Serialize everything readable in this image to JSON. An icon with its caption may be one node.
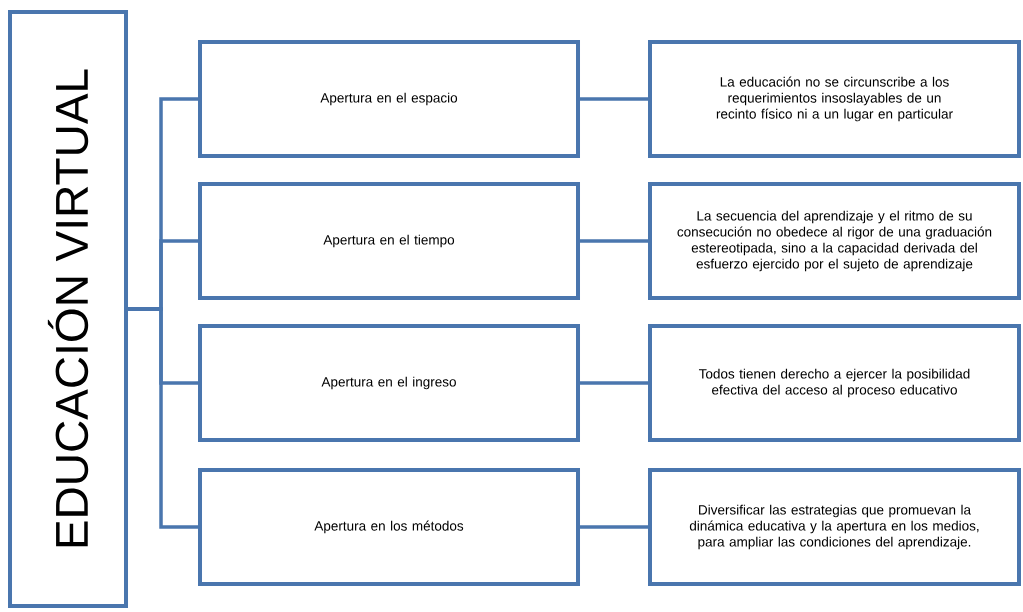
{
  "diagram": {
    "nodes": [
      {
        "text": [
          "EDUCACIÓN VIRTUAL"
        ]
      },
      {
        "text": [
          "Apertura en el espacio"
        ]
      },
      {
        "text": [
          "Apertura en el tiempo"
        ]
      },
      {
        "text": [
          "Apertura en el ingreso"
        ]
      },
      {
        "text": [
          "Apertura en los métodos"
        ]
      },
      {
        "text": [
          "La educación no se circunscribe a los requerimientos insoslayables de un recinto físico ni a un lugar en particular"
        ]
      },
      {
        "text": [
          "La secuencia del aprendizaje y el ritmo de su consecución no obedece al rigor de una graduación estereotipada, sino a la capacidad derivada del esfuerzo ejercido por el sujeto de aprendizaje"
        ]
      },
      {
        "text": [
          "Todos tienen derecho a ejercer la posibilidad efectiva del acceso al proceso educativo"
        ]
      },
      {
        "text": [
          "Diversificar las estrategias que promuevan la dinámica educativa y la apertura en los medios, para ampliar las condiciones del aprendizaje."
        ]
      }
    ],
    "edges": [
      {
        "from": 0,
        "to": 1,
        "arrow": "none"
      },
      {
        "from": 0,
        "to": 2,
        "arrow": "none"
      },
      {
        "from": 0,
        "to": 3,
        "arrow": "none"
      },
      {
        "from": 0,
        "to": 4,
        "arrow": "none"
      },
      {
        "from": 1,
        "to": 5,
        "arrow": "none"
      },
      {
        "from": 2,
        "to": 6,
        "arrow": "none"
      },
      {
        "from": 3,
        "to": 7,
        "arrow": "none"
      },
      {
        "from": 4,
        "to": 8,
        "arrow": "none"
      }
    ]
  }
}
